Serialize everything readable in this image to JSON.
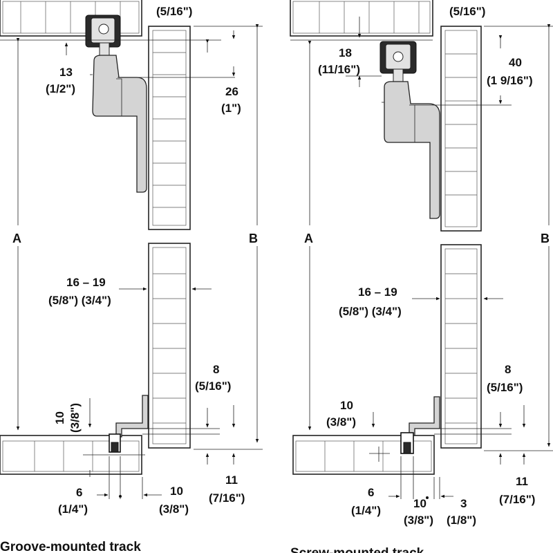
{
  "left": {
    "caption": "Groove-mounted track",
    "labels": {
      "top_dim": "(5/16\")",
      "d13": "13",
      "d13_in": "(1/2\")",
      "d26": "26",
      "d26_in": "(1\")",
      "A": "A",
      "B": "B",
      "d16": "16 – 19",
      "d16_in": "(5/8\")  (3/4\")",
      "d8": "8",
      "d8_in": "(5/16\")",
      "d10v": "10",
      "d10v_in": "(3/8\")",
      "d6": "6",
      "d6_in": "(1/4\")",
      "d10h": "10",
      "d10h_in": "(3/8\")",
      "d11": "11",
      "d11_in": "(7/16\")"
    }
  },
  "right": {
    "caption": "Screw-mounted track",
    "labels": {
      "top_dim": "(5/16\")",
      "d18": "18",
      "d18_in": "(11/16\")",
      "d40": "40",
      "d40_in": "(1 9/16\")",
      "A": "A",
      "B": "B",
      "d16": "16 – 19",
      "d16_in": "(5/8\")  (3/4\")",
      "d8": "8",
      "d8_in": "(5/16\")",
      "d10": "10",
      "d10_in": "(3/8\")",
      "d6": "6",
      "d6_in": "(1/4\")",
      "d10b": "10",
      "d10b_in": "(3/8\")",
      "d3": "3",
      "d3_in": "(1/8\")",
      "d11": "11",
      "d11_in": "(7/16\")"
    }
  }
}
